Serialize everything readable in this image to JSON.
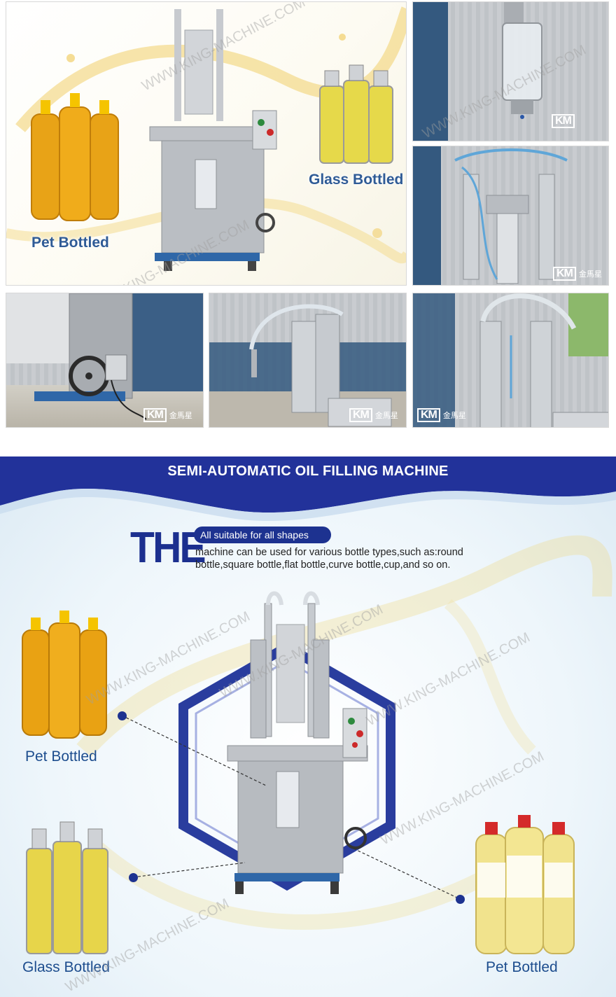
{
  "watermark_text": "WWW.KING-MACHINE.COM",
  "brand_logo": {
    "mark": "KM",
    "chinese": "金馬星"
  },
  "top_grid": {
    "main_panel": {
      "pet_label": "Pet Bottled",
      "glass_label": "Glass Bottled"
    }
  },
  "feature": {
    "banner_title": "SEMI-AUTOMATIC OIL FILLING MACHINE",
    "headline_word": "THE",
    "pill_text": "All suitable for all shapes",
    "description": "machine can be used for various bottle types,such as:round bottle,square bottle,flat bottle,curve bottle,cup,and so on.",
    "labels": {
      "pet_left": "Pet Bottled",
      "glass_left": "Glass Bottled",
      "pet_right": "Pet Bottled"
    }
  },
  "colors": {
    "navy": "#1d3290",
    "label_blue": "#1d4d8e",
    "oil_gold": "#e8a317",
    "steel": "#b9bcc1"
  }
}
